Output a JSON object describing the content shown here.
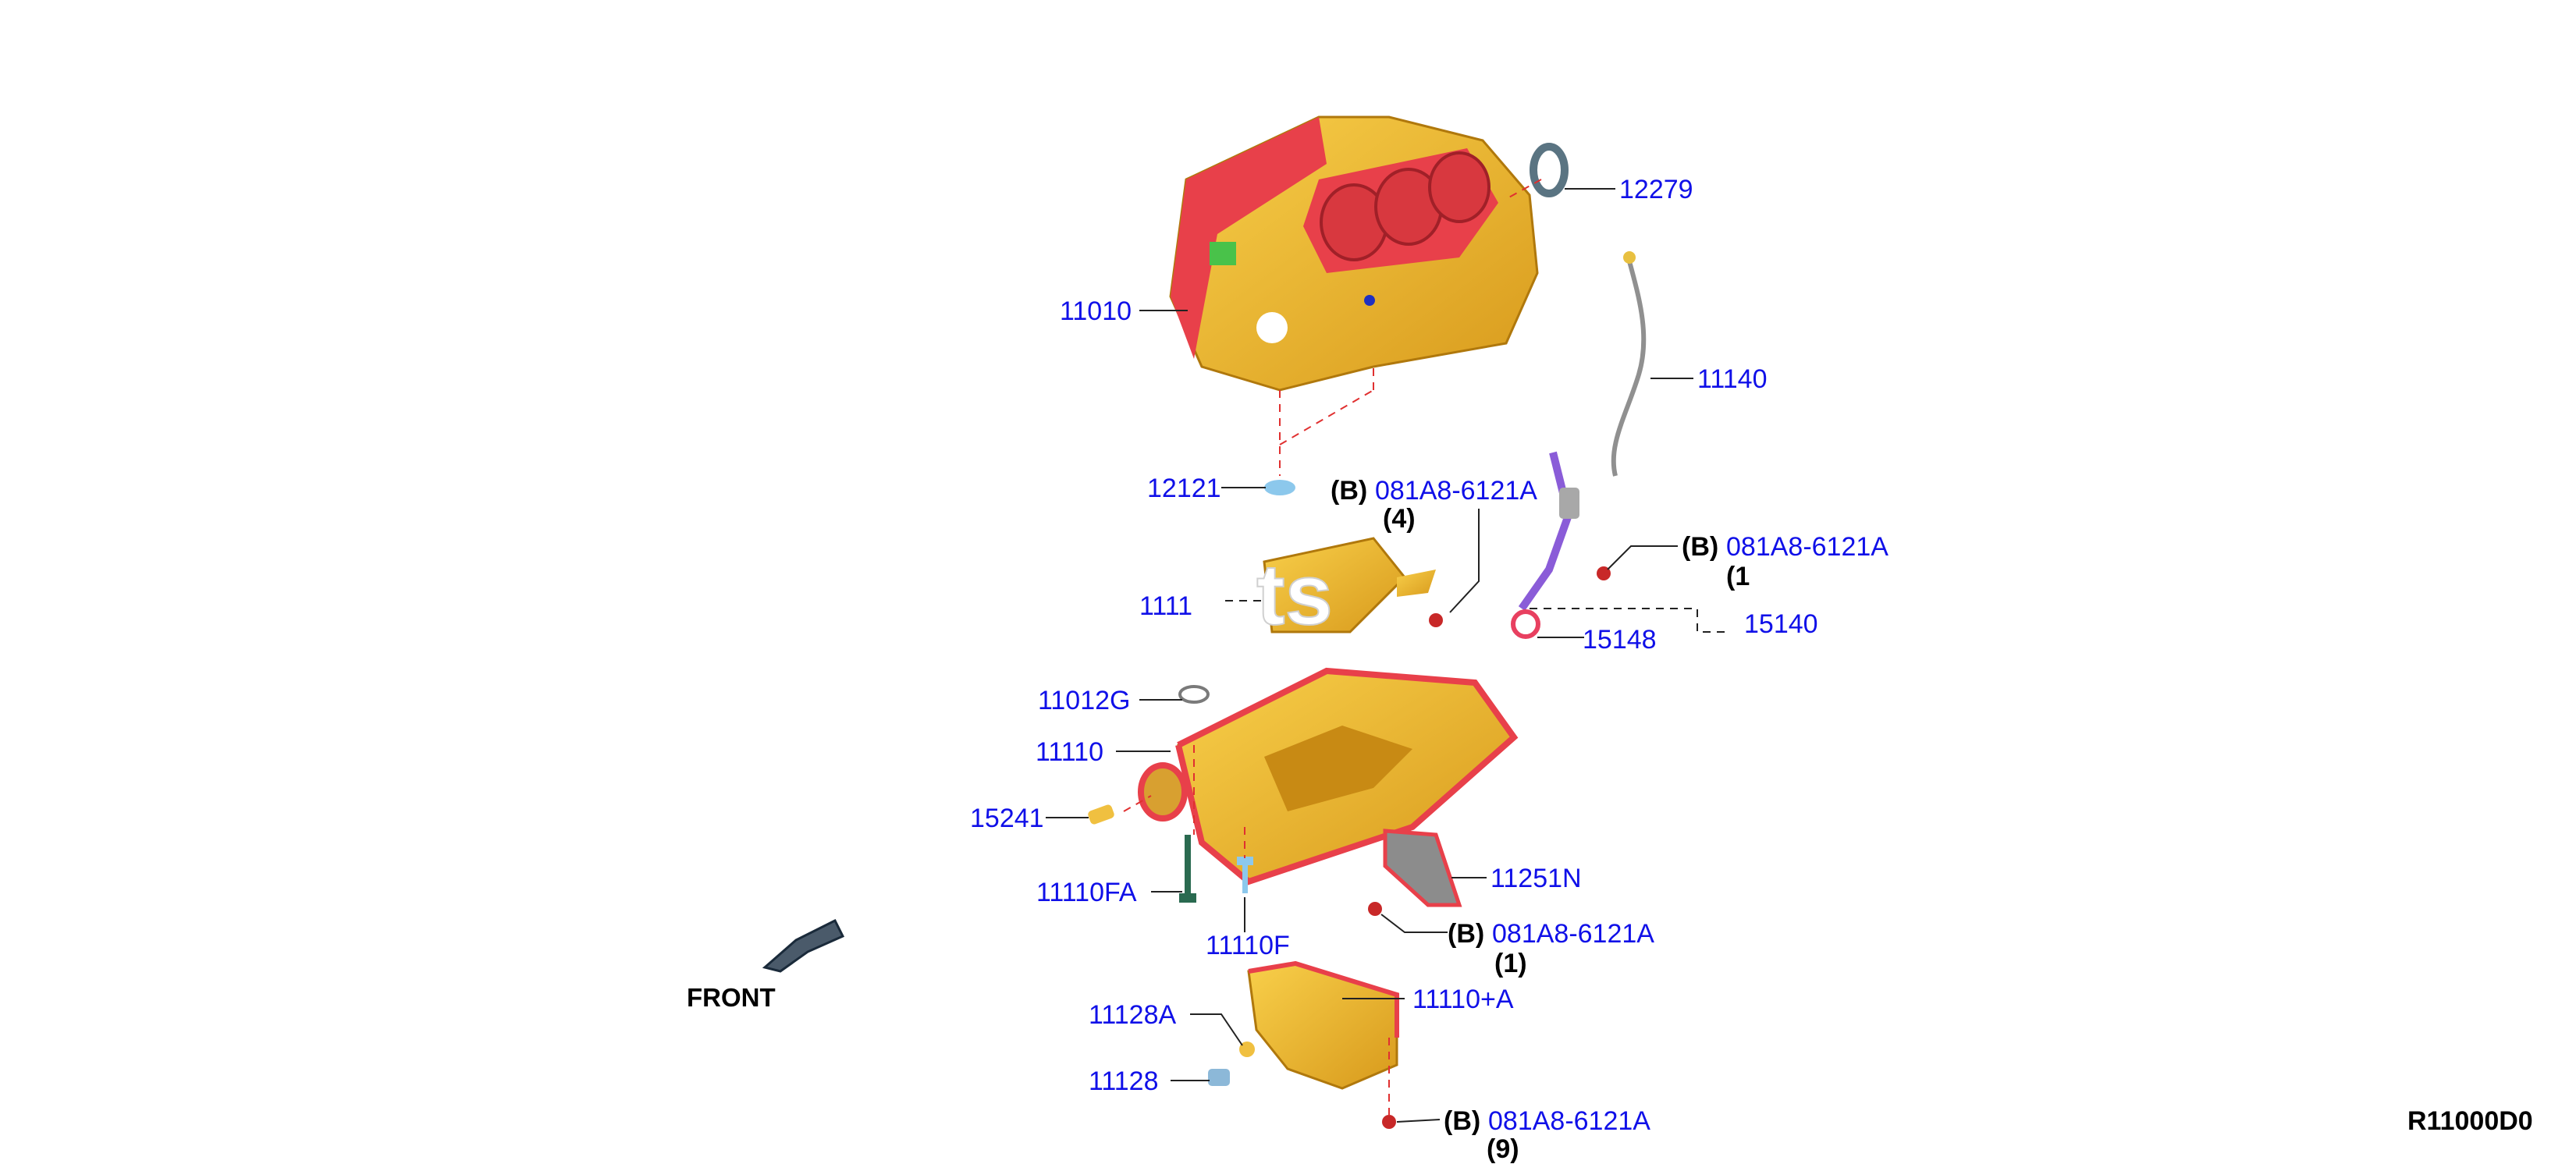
{
  "diagram": {
    "code": "R11000D0",
    "front_label": "FRONT",
    "watermark": "ts",
    "colors": {
      "part_body": "#f0b428",
      "part_shadow": "#c88a14",
      "part_red": "#e8404a",
      "callout_text": "#1010e8",
      "leader": "#222222",
      "dash": "#e03030"
    },
    "parts": [
      {
        "id": "p12279",
        "number": "12279"
      },
      {
        "id": "p11010",
        "number": "11010"
      },
      {
        "id": "p11140",
        "number": "11140"
      },
      {
        "id": "p12121",
        "number": "12121"
      },
      {
        "id": "p11114",
        "number": "1111"
      },
      {
        "id": "p15148",
        "number": "15148"
      },
      {
        "id": "p15146",
        "number": "15140"
      },
      {
        "id": "p11012G",
        "number": "11012G"
      },
      {
        "id": "p11110",
        "number": "11110"
      },
      {
        "id": "p15241",
        "number": "15241"
      },
      {
        "id": "p11110FA",
        "number": "11110FA"
      },
      {
        "id": "p11110F",
        "number": "11110F"
      },
      {
        "id": "p11251N",
        "number": "11251N"
      },
      {
        "id": "p11110A",
        "number": "11110+A"
      },
      {
        "id": "p11128A",
        "number": "11128A"
      },
      {
        "id": "p11128",
        "number": "11128"
      }
    ],
    "bolts": [
      {
        "id": "b1",
        "prefix": "(B)",
        "number": "081A8-6121A",
        "qty": "(4)"
      },
      {
        "id": "b2",
        "prefix": "(B)",
        "number": "081A8-6121A",
        "qty": "(1"
      },
      {
        "id": "b3",
        "prefix": "(B)",
        "number": "081A8-6121A",
        "qty": "(1)"
      },
      {
        "id": "b4",
        "prefix": "(B)",
        "number": "081A8-6121A",
        "qty": "(9)"
      }
    ]
  }
}
